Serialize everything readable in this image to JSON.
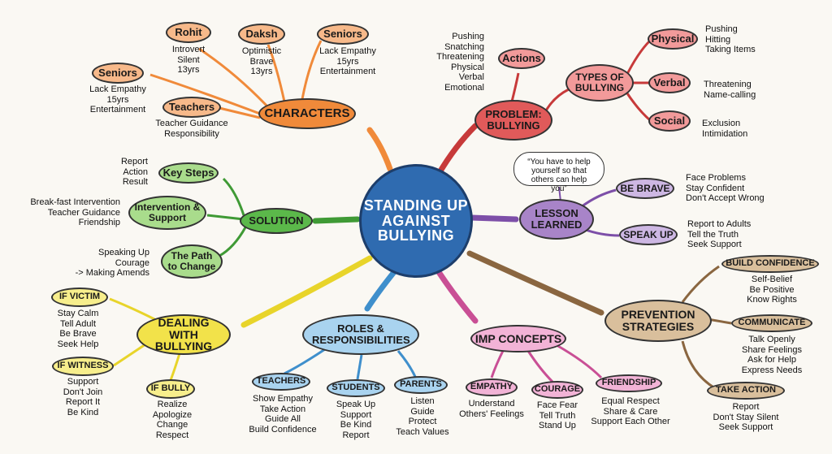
{
  "center": "STANDING UP AGAINST BULLYING",
  "characters": {
    "title": "CHARACTERS",
    "rohit": {
      "name": "Rohit",
      "traits": [
        "Introvert",
        "Silent",
        "13yrs"
      ]
    },
    "daksh": {
      "name": "Daksh",
      "traits": [
        "Optimistic",
        "Brave",
        "13yrs"
      ]
    },
    "seniors_right": {
      "name": "Seniors",
      "traits": [
        "Lack Empathy",
        "15yrs",
        "Entertainment"
      ]
    },
    "seniors_left": {
      "name": "Seniors",
      "traits": [
        "Lack Empathy",
        "15yrs",
        "Entertainment"
      ]
    },
    "teachers": {
      "name": "Teachers",
      "traits": [
        "Teacher Guidance",
        "Responsibility"
      ]
    }
  },
  "problem": {
    "title": "PROBLEM: BULLYING",
    "actions": {
      "label": "Actions",
      "items": [
        "Pushing",
        "Snatching",
        "Threatening",
        "Physical",
        "Verbal",
        "Emotional"
      ]
    },
    "types": {
      "label": "TYPES OF BULLYING",
      "physical": {
        "label": "Physical",
        "items": [
          "Pushing",
          "Hitting",
          "Taking Items"
        ]
      },
      "verbal": {
        "label": "Verbal",
        "items": [
          "Threatening",
          "Name-calling"
        ]
      },
      "social": {
        "label": "Social",
        "items": [
          "Exclusion",
          "Intimidation"
        ]
      }
    }
  },
  "lesson": {
    "title": "LESSON LEARNED",
    "quote": "“You have to help yourself so that others can help you”",
    "brave": {
      "label": "BE BRAVE",
      "items": [
        "Face Problems",
        "Stay Confident",
        "Don't Accept Wrong"
      ]
    },
    "speak": {
      "label": "SPEAK UP",
      "items": [
        "Report to Adults",
        "Tell the Truth",
        "Seek Support"
      ]
    }
  },
  "solution": {
    "title": "SOLUTION",
    "key_steps": {
      "label": "Key Steps",
      "items": [
        "Report",
        "Action",
        "Result"
      ]
    },
    "intervention": {
      "label": "Intervention & Support",
      "items": [
        "Break-fast Intervention",
        "Teacher Guidance",
        "Friendship"
      ]
    },
    "path": {
      "label": "The Path to Change",
      "items": [
        "Speaking Up",
        "Courage",
        "-> Making Amends"
      ]
    }
  },
  "dealing": {
    "title": "DEALING WITH BULLYING",
    "victim": {
      "label": "IF VICTIM",
      "items": [
        "Stay Calm",
        "Tell Adult",
        "Be Brave",
        "Seek Help"
      ]
    },
    "witness": {
      "label": "IF WITNESS",
      "items": [
        "Support",
        "Don't Join",
        "Report It",
        "Be Kind"
      ]
    },
    "bully": {
      "label": "IF BULLY",
      "items": [
        "Realize",
        "Apologize",
        "Change",
        "Respect"
      ]
    }
  },
  "roles": {
    "title": "ROLES & RESPONSIBILITIES",
    "teachers": {
      "label": "TEACHERS",
      "items": [
        "Show Empathy",
        "Take Action",
        "Guide All",
        "Build Confidence"
      ]
    },
    "students": {
      "label": "STUDENTS",
      "items": [
        "Speak Up",
        "Support",
        "Be Kind",
        "Report"
      ]
    },
    "parents": {
      "label": "PARENTS",
      "items": [
        "Listen",
        "Guide",
        "Protect",
        "Teach Values"
      ]
    }
  },
  "concepts": {
    "title": "IMP CONCEPTS",
    "empathy": {
      "label": "EMPATHY",
      "items": [
        "Understand",
        "Others' Feelings"
      ]
    },
    "courage": {
      "label": "COURAGE",
      "items": [
        "Face Fear",
        "Tell Truth",
        "Stand Up"
      ]
    },
    "friendship": {
      "label": "FRIENDSHIP",
      "items": [
        "Equal Respect",
        "Share & Care",
        "Support Each Other"
      ]
    }
  },
  "prevention": {
    "title": "PREVENTION STRATEGIES",
    "confidence": {
      "label": "BUILD CONFIDENCE",
      "items": [
        "Self-Belief",
        "Be Positive",
        "Know Rights"
      ]
    },
    "communicate": {
      "label": "COMMUNICATE",
      "items": [
        "Talk Openly",
        "Share Feelings",
        "Ask for Help",
        "Express Needs"
      ]
    },
    "action": {
      "label": "TAKE ACTION",
      "items": [
        "Report",
        "Don't Stay Silent",
        "Seek Support"
      ]
    }
  },
  "colors": {
    "characters": "#f08a3a",
    "characters_light": "#f7b98a",
    "problem": "#e05a5a",
    "problem_light": "#f29a9a",
    "lesson": "#a884c8",
    "lesson_light": "#cdb7e3",
    "solution": "#5bb84a",
    "solution_light": "#a9dc8c",
    "dealing": "#f2e24a",
    "dealing_light": "#f7ee8c",
    "roles": "#6fb3e0",
    "roles_light": "#a9d3ef",
    "concepts": "#e17bb5",
    "concepts_light": "#f2b3d6",
    "prevention": "#a9825a",
    "prevention_light": "#d9bf9c",
    "center": "#2f6bb0"
  }
}
